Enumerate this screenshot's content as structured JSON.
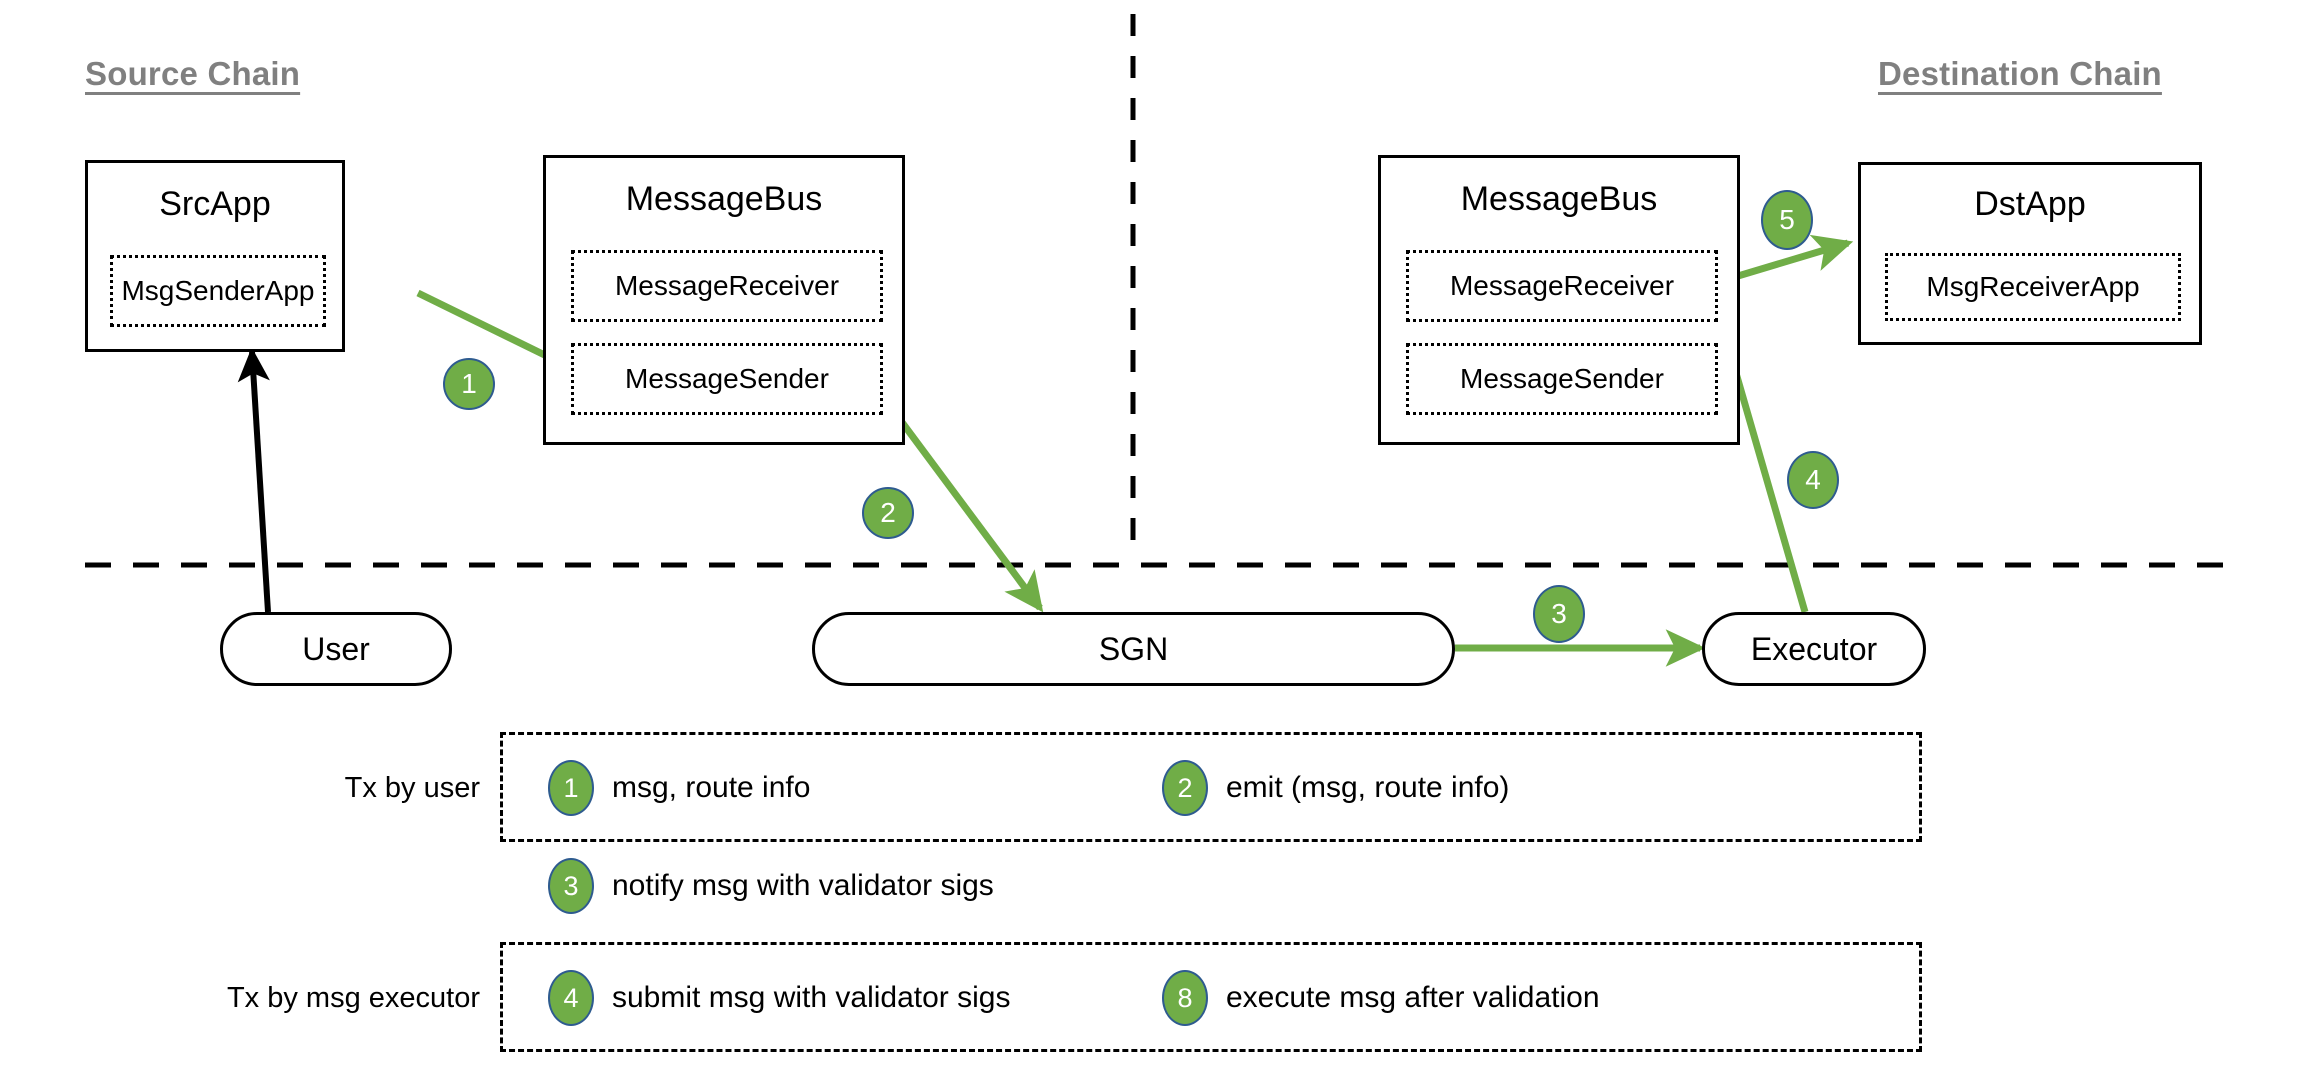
{
  "chains": {
    "source_label": "Source Chain",
    "destination_label": "Destination Chain"
  },
  "nodes": {
    "src_app": {
      "title": "SrcApp",
      "inner": [
        "MsgSenderApp"
      ]
    },
    "src_message_bus": {
      "title": "MessageBus",
      "inner": [
        "MessageReceiver",
        "MessageSender"
      ]
    },
    "dst_message_bus": {
      "title": "MessageBus",
      "inner": [
        "MessageReceiver",
        "MessageSender"
      ]
    },
    "dst_app": {
      "title": "DstApp",
      "inner": [
        "MsgReceiverApp"
      ]
    },
    "user": {
      "label": "User"
    },
    "sgn": {
      "label": "SGN"
    },
    "executor": {
      "label": "Executor"
    }
  },
  "flow_badges": [
    {
      "id": "badge-1",
      "number": "1"
    },
    {
      "id": "badge-2",
      "number": "2"
    },
    {
      "id": "badge-3",
      "number": "3"
    },
    {
      "id": "badge-4",
      "number": "4"
    },
    {
      "id": "badge-5",
      "number": "5"
    }
  ],
  "legend": {
    "row_labels": {
      "user_tx": "Tx by user",
      "executor_tx": "Tx by msg executor"
    },
    "items": [
      {
        "number": "1",
        "text": "msg, route info"
      },
      {
        "number": "2",
        "text": "emit (msg, route info)"
      },
      {
        "number": "3",
        "text": "notify msg with validator sigs"
      },
      {
        "number": "4",
        "text": "submit msg with validator sigs"
      },
      {
        "number": "8",
        "text": "execute msg after validation"
      }
    ]
  },
  "colors": {
    "badge_fill": "#70ad47",
    "badge_stroke": "#2e5b8f",
    "arrow_green": "#70ad47",
    "arrow_black": "#000000",
    "chain_label": "#808080",
    "box_border": "#000000"
  }
}
